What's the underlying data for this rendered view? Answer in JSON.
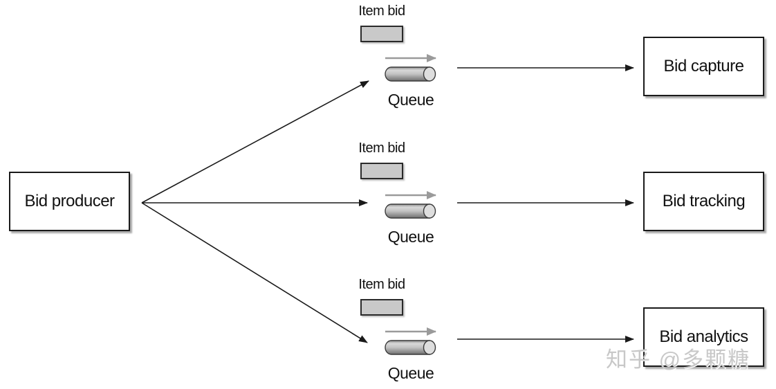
{
  "diagram": {
    "producer": {
      "label": "Bid producer"
    },
    "queues": [
      {
        "item_label": "Item bid",
        "queue_label": "Queue"
      },
      {
        "item_label": "Item bid",
        "queue_label": "Queue"
      },
      {
        "item_label": "Item bid",
        "queue_label": "Queue"
      }
    ],
    "consumers": [
      {
        "label": "Bid capture"
      },
      {
        "label": "Bid tracking"
      },
      {
        "label": "Bid analytics"
      }
    ],
    "watermark": "知乎 @多颗糖",
    "colors": {
      "box_border": "#1a1a1a",
      "box_fill": "#ffffff",
      "message_fill": "#c9c9c9",
      "black_arrow": "#1a1a1a",
      "gray_arrow": "#9a9a9a",
      "cylinder_light": "#dedede",
      "cylinder_dark": "#6e6e6e",
      "watermark_gray": "#c8c8c8"
    }
  }
}
